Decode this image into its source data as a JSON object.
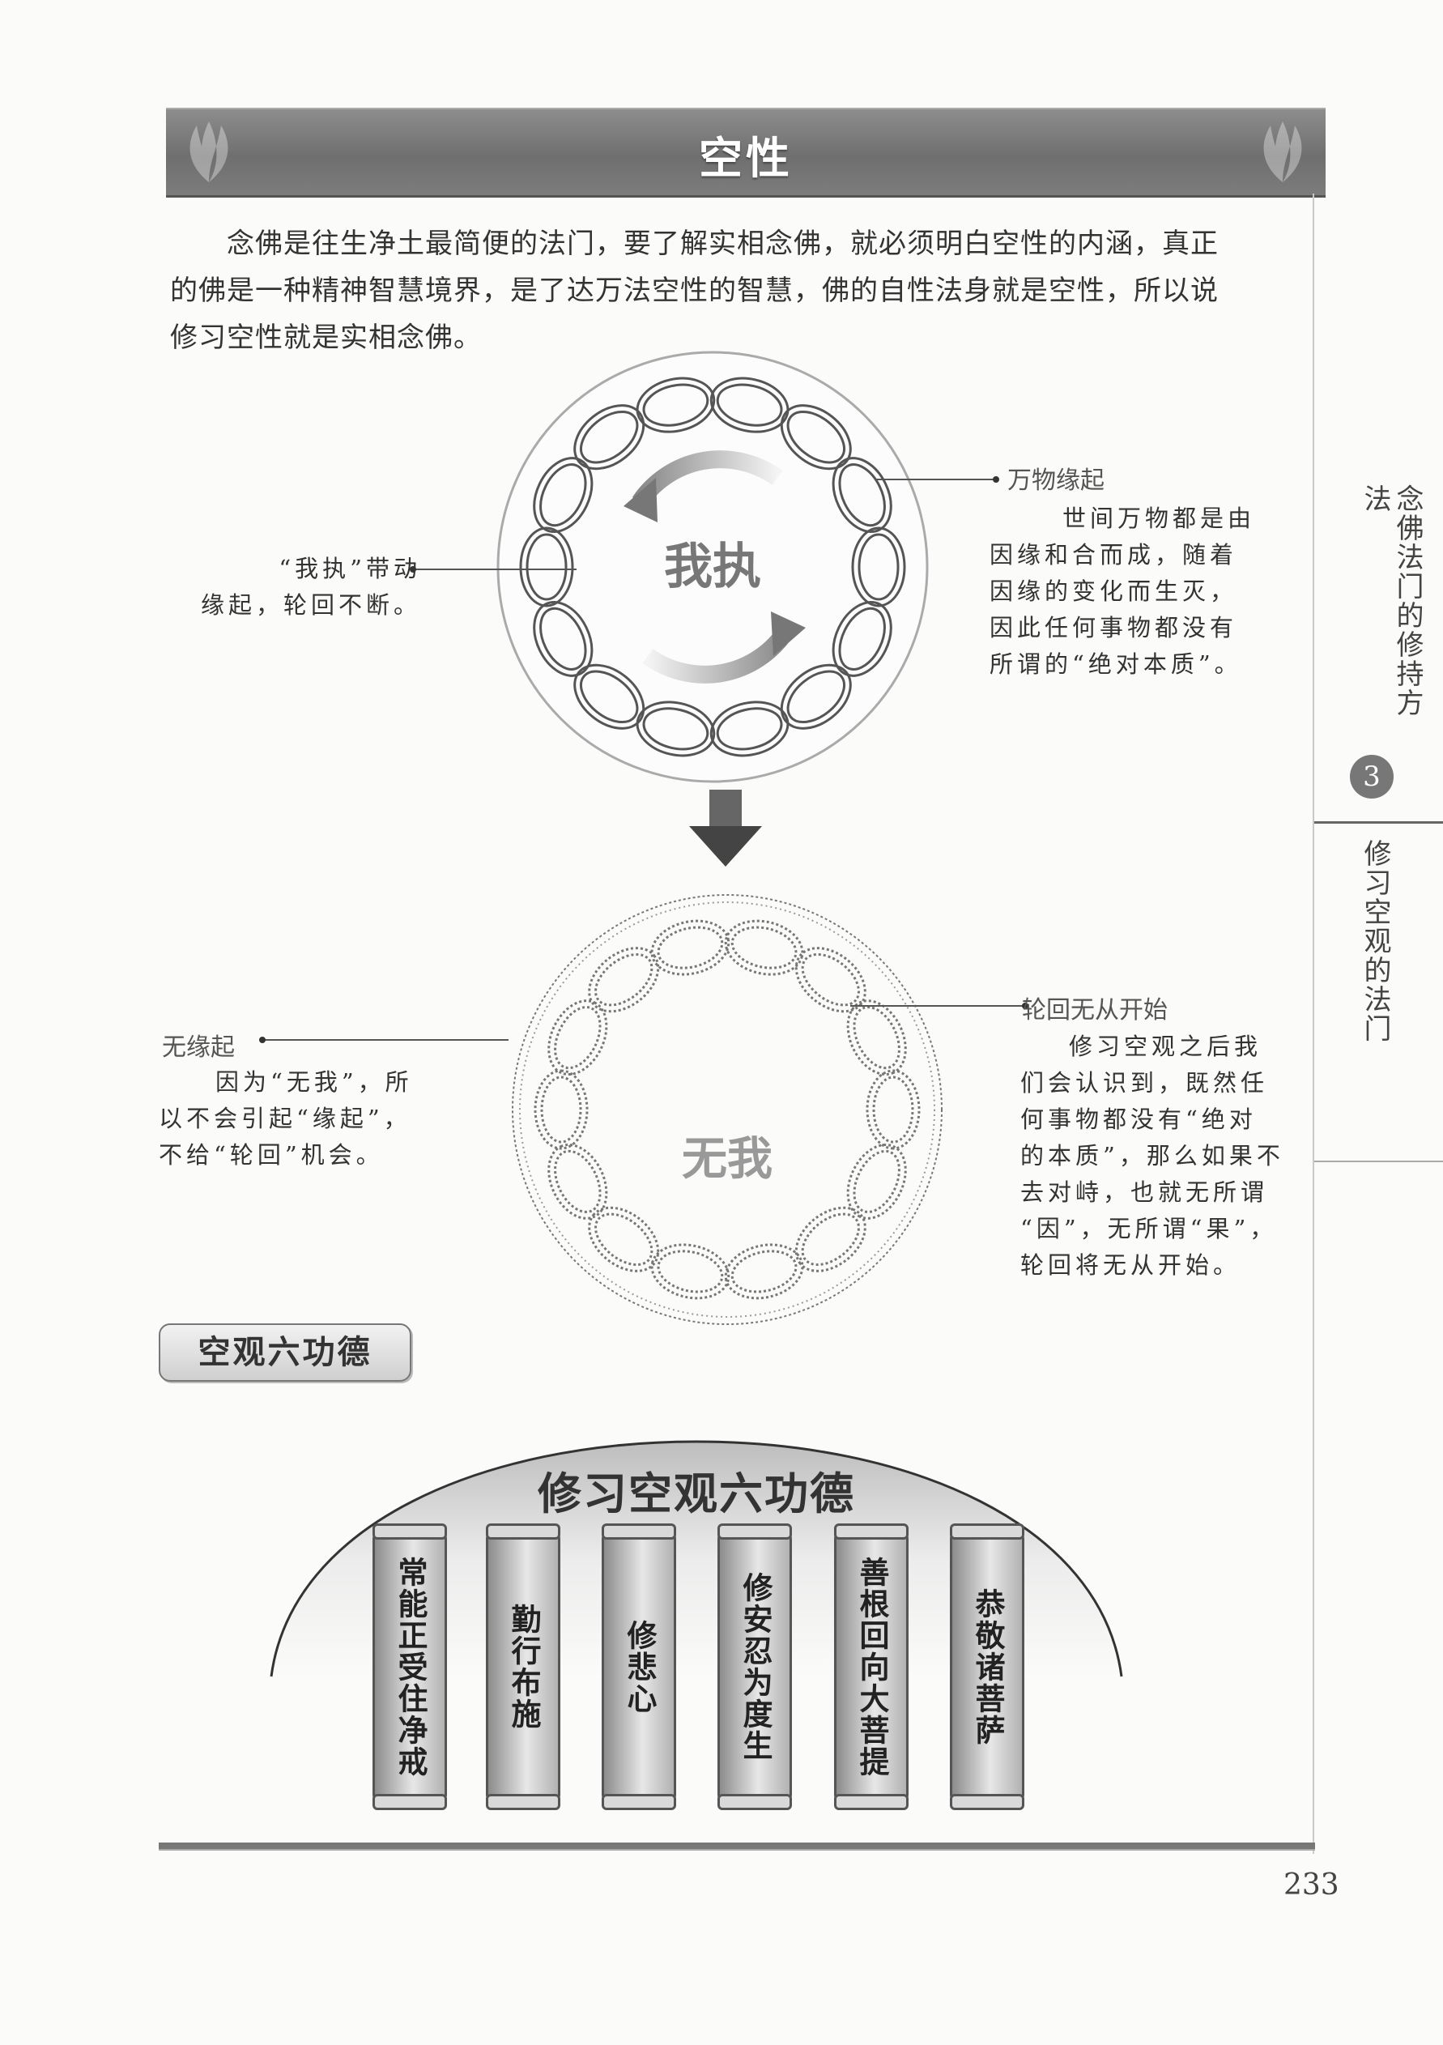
{
  "title": "空性",
  "intro": [
    "念佛是往生净土最简便的法门，要了解实相念佛，就必须明白空性的内涵，真正",
    "的佛是一种精神智慧境界，是了达万法空性的智慧，佛的自性法身就是空性，所以说",
    "修习空性就是实相念佛。"
  ],
  "diagram1": {
    "center": "我执",
    "right_label": "万物缘起",
    "right_text": [
      "世间万物都是由",
      "因缘和合而成，随着",
      "因缘的变化而生灭，",
      "因此任何事物都没有",
      "所谓的“绝对本质”。"
    ],
    "left_text": [
      "“我执”带动",
      "缘起，轮回不断。"
    ]
  },
  "diagram2": {
    "center": "无我",
    "left_label": "无缘起",
    "left_text": [
      "因为“无我”，所",
      "以不会引起“缘起”，",
      "不给“轮回”机会。"
    ],
    "right_label": "轮回无从开始",
    "right_text": [
      "修习空观之后我",
      "们会认识到，既然任",
      "何事物都没有“绝对",
      "的本质”，那么如果不",
      "去对峙，也就无所谓",
      "“因”，无所谓“果”，",
      "轮回将无从开始。"
    ]
  },
  "section_heading": "空观六功德",
  "virtues_title": "修习空观六功德",
  "virtues": [
    "常能正受住净戒",
    "勤行布施",
    "修悲心",
    "修安忍为度生",
    "善根回向大菩提",
    "恭敬诸菩萨"
  ],
  "sidebar": {
    "chapter": "念佛法门的修持方法",
    "chapter_num": "3",
    "section": "修习空观的法门"
  },
  "page_number": "233"
}
